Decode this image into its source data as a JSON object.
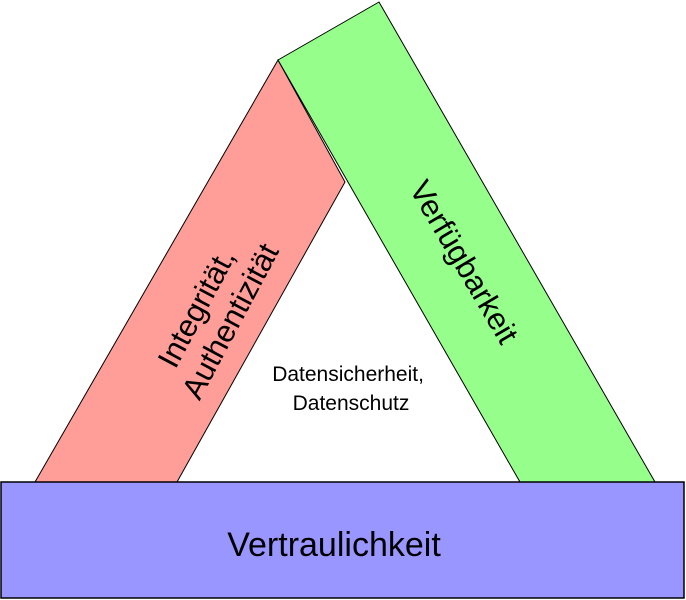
{
  "diagram": {
    "bars": {
      "left": {
        "lines": [
          "Integrität,",
          "Authentizität"
        ],
        "color": "#ff9e99"
      },
      "right": {
        "label": "Verfügbarkeit",
        "color": "#96ff8c"
      },
      "bottom": {
        "label": "Vertraulichkeit",
        "color": "#9a96ff"
      }
    },
    "center": {
      "lines": [
        "Datensicherheit,",
        "Datenschutz"
      ]
    },
    "stroke_color": "#000000"
  }
}
